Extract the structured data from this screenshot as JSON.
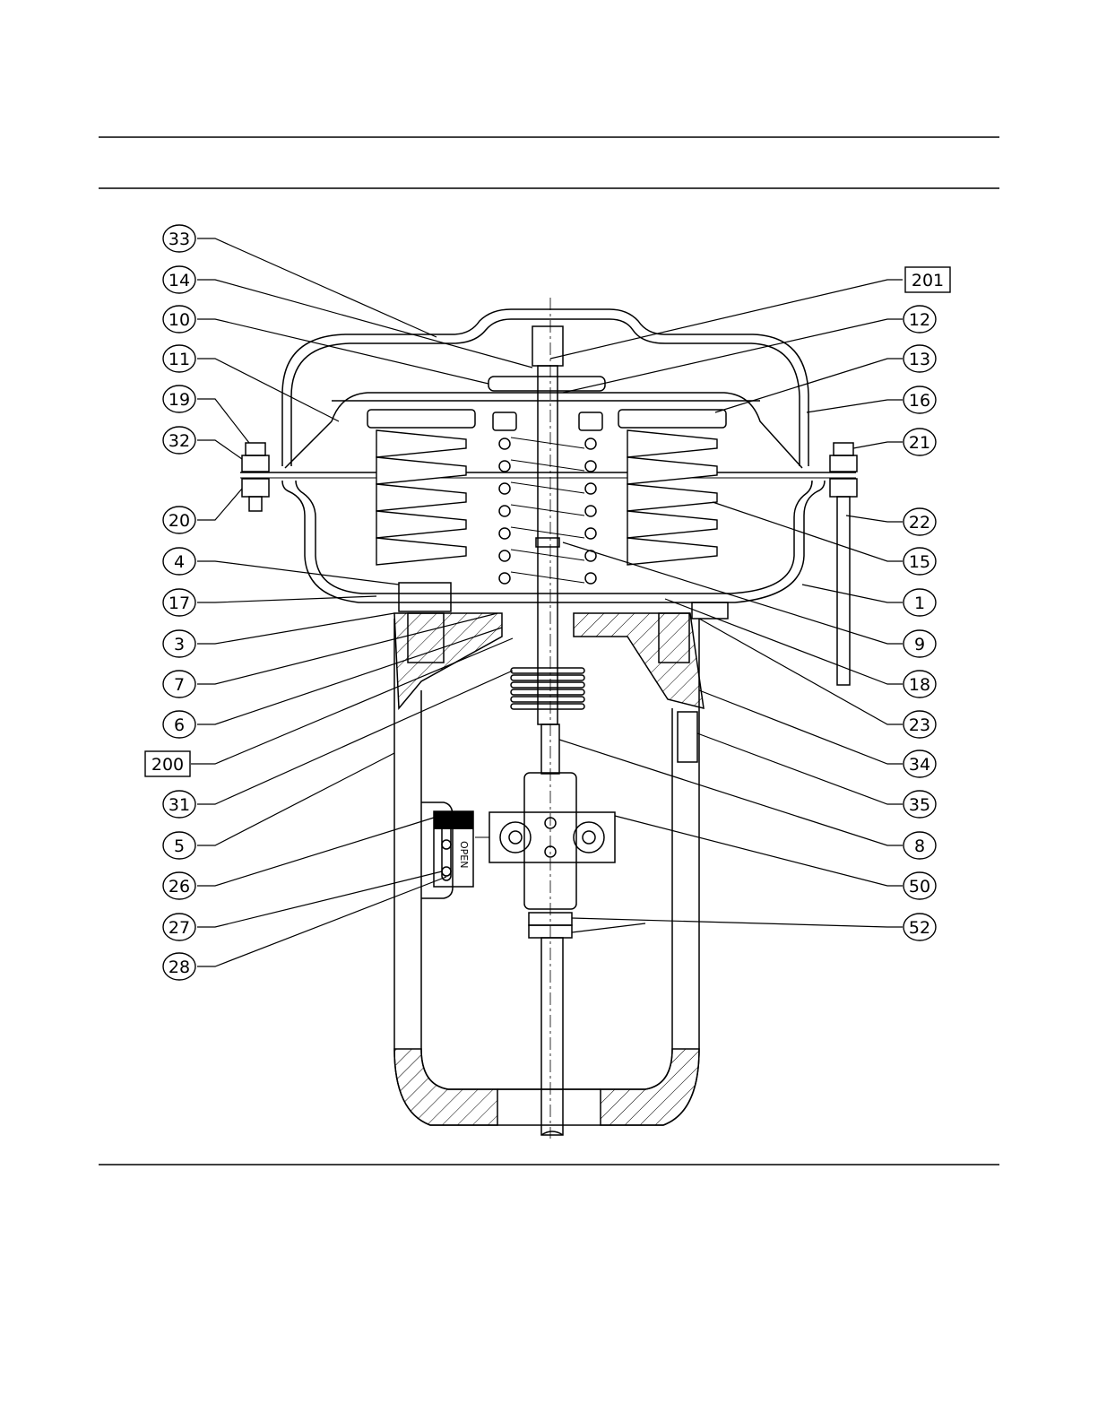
{
  "drawing": {
    "callouts_left": [
      "33",
      "14",
      "10",
      "11",
      "19",
      "32",
      "20",
      "4",
      "17",
      "3",
      "7",
      "6",
      "200",
      "31",
      "5",
      "26",
      "27",
      "28"
    ],
    "callouts_right": [
      "201",
      "12",
      "13",
      "16",
      "21",
      "22",
      "15",
      "1",
      "9",
      "18",
      "23",
      "34",
      "35",
      "8",
      "50",
      "52"
    ],
    "boxed_callouts": [
      "200",
      "201"
    ],
    "indicator_label": "OPEN"
  }
}
